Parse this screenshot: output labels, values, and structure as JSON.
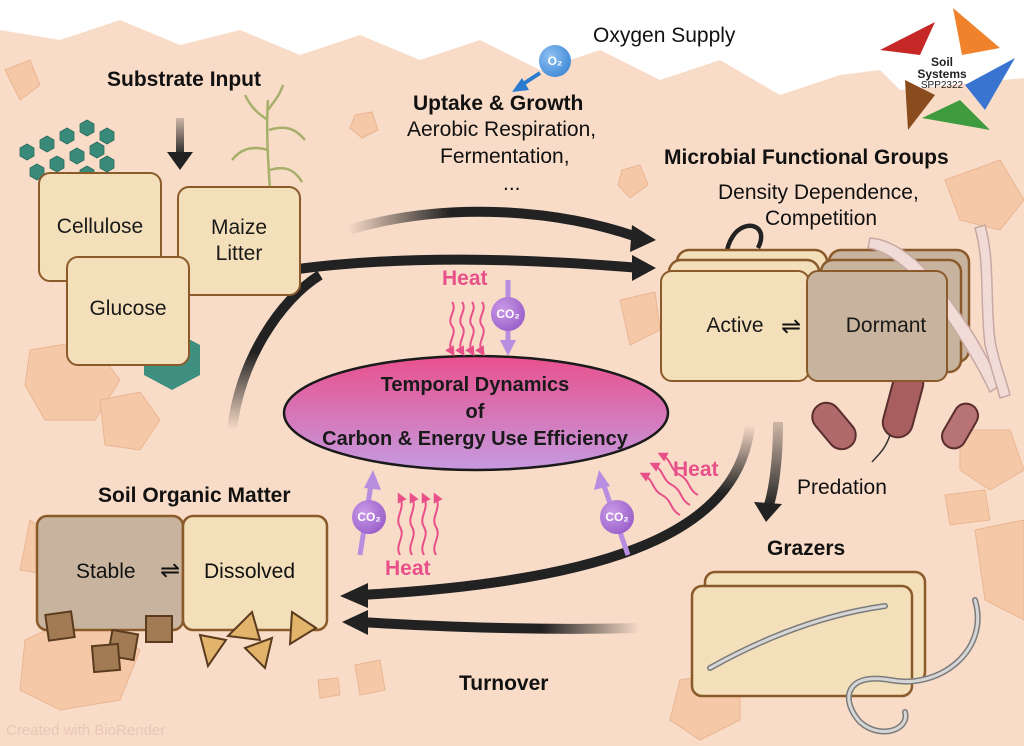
{
  "substrate": {
    "title": "Substrate Input",
    "cellulose": "Cellulose",
    "maize_litter": "Maize\nLitter",
    "glucose": "Glucose"
  },
  "oxygen": {
    "label": "Oxygen Supply",
    "bubble": "O₂"
  },
  "uptake": {
    "title": "Uptake & Growth",
    "line1": "Aerobic Respiration,",
    "line2": "Fermentation,",
    "line3": "..."
  },
  "microbial": {
    "title": "Microbial Functional Groups",
    "line1": "Density Dependence,",
    "line2": "Competition",
    "active": "Active",
    "dormant": "Dormant",
    "exchange_symbol": "⇌"
  },
  "center": {
    "line1": "Temporal Dynamics",
    "line2": "of",
    "line3": "Carbon & Energy Use Efficiency"
  },
  "heat_label": "Heat",
  "co2_label": "CO₂",
  "predation": "Predation",
  "grazers": "Grazers",
  "soil_organic_matter": {
    "title": "Soil Organic Matter",
    "stable": "Stable",
    "dissolved": "Dissolved",
    "exchange_symbol": "⇌"
  },
  "turnover": "Turnover",
  "watermark": "Created with BioRender",
  "logo": {
    "line1": "Soil",
    "line2": "Systems",
    "line3": "SPP2322"
  },
  "colors": {
    "soil_background": "#f9dcc8",
    "box_fill": "#f3dfba",
    "box_border": "#8a5a2b",
    "heat": "#e8508a",
    "co2": "#9b5ccf",
    "ellipse_top": "#e9508d",
    "ellipse_bottom": "#c59ae0"
  }
}
